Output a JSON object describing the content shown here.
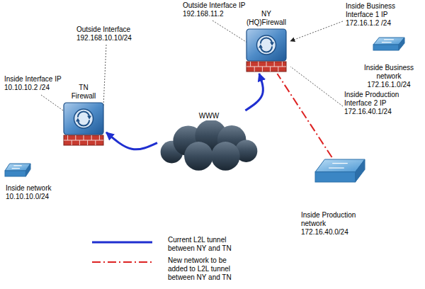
{
  "diagram": {
    "nodes": [
      {
        "text": [
          "TN Firewall"
        ]
      },
      {
        "text": [
          "WWW"
        ]
      },
      {
        "text": [
          "NY (HQ)Firewall"
        ]
      },
      {
        "text": [
          "Inside network 10.10.10.0/24"
        ]
      },
      {
        "text": [
          "Inside Business network 172.16.1.0/24"
        ]
      },
      {
        "text": [
          "Inside Production network 172.16.40.0/24"
        ]
      }
    ],
    "edges": [
      {
        "from": 1,
        "to": 0,
        "arrow": "to"
      },
      {
        "from": 1,
        "to": 2,
        "arrow": "to"
      },
      {
        "from": 5,
        "to": 2,
        "arrow": "none"
      }
    ],
    "labels": [
      "Outside Interface 192.168.10.10/24",
      "Inside Interface IP 10.10.10.2 /24",
      "Outside Interface IP 192.168.11.2",
      "Inside Business Interface 1 IP 172.16.1.2 /24",
      "Inside Production Interface 2 IP 172.16.40.1/24"
    ],
    "legend": [
      {
        "text": "Current L2L tunnel between NY and TN"
      },
      {
        "text": "New network to be added to L2L tunnel between NY and TN"
      }
    ]
  }
}
